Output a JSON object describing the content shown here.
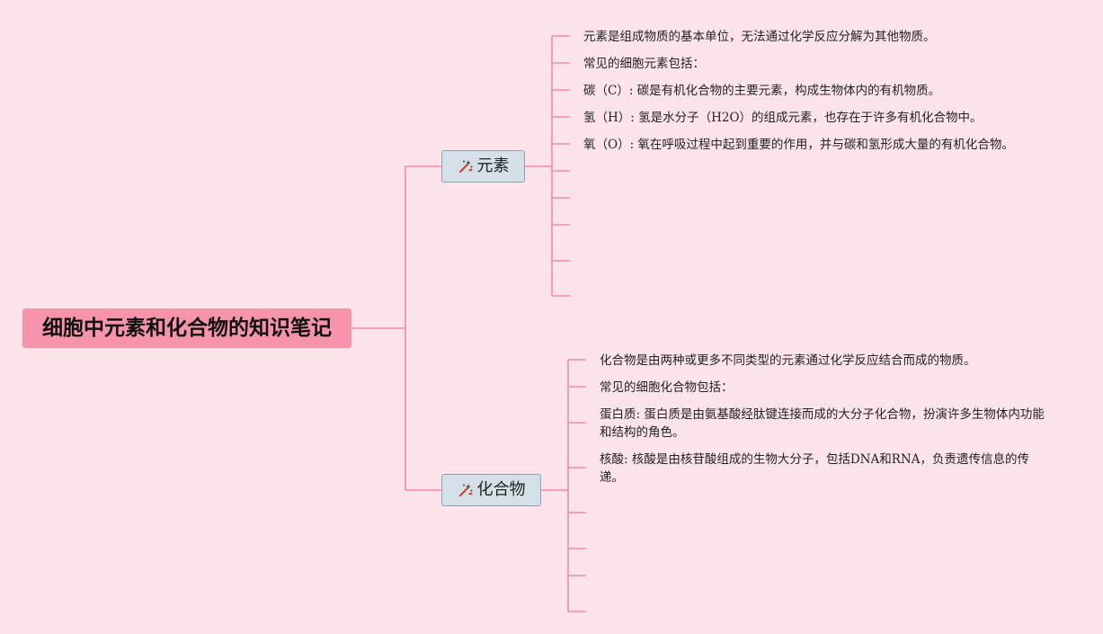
{
  "root": {
    "title": "细胞中元素和化合物的知识笔记"
  },
  "branches": [
    {
      "label": "元素",
      "icon": "sparkle-wand-icon",
      "items": [
        "元素是组成物质的基本单位，无法通过化学反应分解为其他物质。",
        "常见的细胞元素包括：",
        "碳（C）: 碳是有机化合物的主要元素，构成生物体内的有机物质。",
        "氢（H）: 氢是水分子（H2O）的组成元素，也存在于许多有机化合物中。",
        "氧（O）: 氧在呼吸过程中起到重要的作用，并与碳和氢形成大量的有机化合物。"
      ]
    },
    {
      "label": "化合物",
      "icon": "sparkle-wand-icon",
      "items": [
        "化合物是由两种或更多不同类型的元素通过化学反应结合而成的物质。",
        "常见的细胞化合物包括：",
        "蛋白质: 蛋白质是由氨基酸经肽键连接而成的大分子化合物，扮演许多生物体内功能和结构的角色。",
        "核酸: 核酸是由核苷酸组成的生物大分子，包括DNA和RNA，负责遗传信息的传递。"
      ]
    }
  ],
  "colors": {
    "background": "#fde4ea",
    "root_fill": "#f793ab",
    "connector": "#f28aa5",
    "branch_fill": "#d5dfe8",
    "branch_border": "#8fa1ad",
    "icon_red": "#d33a2c"
  }
}
